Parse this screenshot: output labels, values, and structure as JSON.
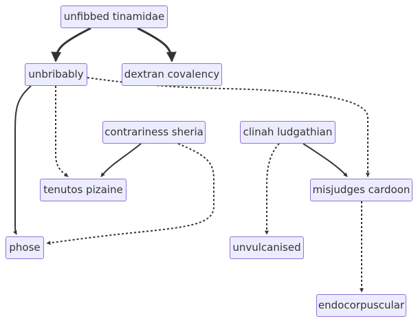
{
  "diagram": {
    "colors": {
      "node_fill": "#ECECFF",
      "node_border": "#9370DB",
      "text": "#333333",
      "edge": "#333333"
    },
    "nodes": [
      {
        "id": "n1",
        "label": "unfibbed tinamidae"
      },
      {
        "id": "n2",
        "label": "unbribably"
      },
      {
        "id": "n3",
        "label": "dextran covalency"
      },
      {
        "id": "n4",
        "label": "contrariness sheria"
      },
      {
        "id": "n5",
        "label": "clinah ludgathian"
      },
      {
        "id": "n6",
        "label": "tenutos pizaine"
      },
      {
        "id": "n7",
        "label": "misjudges cardoon"
      },
      {
        "id": "n8",
        "label": "phose"
      },
      {
        "id": "n9",
        "label": "unvulcanised"
      },
      {
        "id": "n10",
        "label": "endocorpuscular"
      }
    ],
    "edges": [
      {
        "id": "e1",
        "from": "n1",
        "to": "n2",
        "style": "thick"
      },
      {
        "id": "e2",
        "from": "n1",
        "to": "n3",
        "style": "thick"
      },
      {
        "id": "e3",
        "from": "n2",
        "to": "n8",
        "style": "solid"
      },
      {
        "id": "e4",
        "from": "n2",
        "to": "n6",
        "style": "dotted"
      },
      {
        "id": "e5",
        "from": "n2",
        "to": "n7",
        "style": "dotted"
      },
      {
        "id": "e6",
        "from": "n4",
        "to": "n6",
        "style": "solid"
      },
      {
        "id": "e7",
        "from": "n4",
        "to": "n8",
        "style": "dotted"
      },
      {
        "id": "e8",
        "from": "n5",
        "to": "n7",
        "style": "solid"
      },
      {
        "id": "e9",
        "from": "n5",
        "to": "n9",
        "style": "dotted"
      },
      {
        "id": "e10",
        "from": "n7",
        "to": "n10",
        "style": "dotted"
      }
    ]
  }
}
